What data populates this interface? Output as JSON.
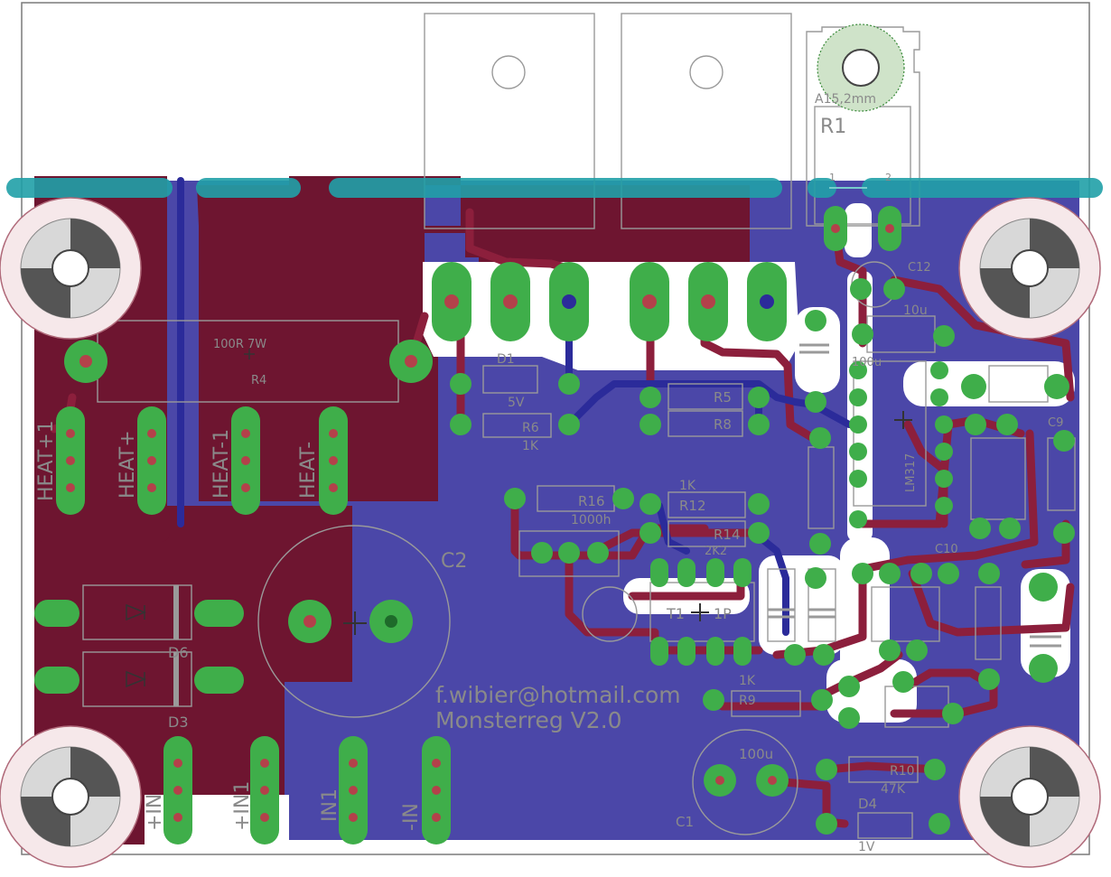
{
  "board": {
    "colors": {
      "top_copper": "#6e1530",
      "bottom_copper": "#4b47a8",
      "pad": "#3fae4a",
      "via": "#b3414a",
      "silkscreen": "#9a9a9a",
      "dimension": "#21a0a8",
      "board_outline": "#7a7a7a",
      "mounting_hole": "#e8c8c8"
    },
    "credits": {
      "email": "f.wibier@hotmail.com",
      "title": "Monsterreg V2.0"
    },
    "labels": {
      "a15": "A15,2mm",
      "r1": "R1",
      "r1_pin1": "1",
      "r1_pin2": "2",
      "r4_value": "100R 7W",
      "r4": "R4",
      "d1": "D1",
      "d1_value": "5V",
      "r6": "R6",
      "r6_value": "1K",
      "r5": "R5",
      "r8": "R8",
      "heat_p1": "HEAT+1",
      "heat_p": "HEAT+",
      "heat_m1": "HEAT-1",
      "heat_m": "HEAT-",
      "c2": "C2",
      "r16": "R16",
      "r16_value": "1000h",
      "r12": "R12",
      "r12_value": "1K",
      "r14": "R14",
      "r14_value": "2K2",
      "d6": "D6",
      "d3": "D3",
      "t1": "T1",
      "t1_sub": "1P",
      "r9_value": "1K",
      "r9": "R9",
      "c1": "C1",
      "c1_value": "100u",
      "r10": "R10",
      "r10_value": "47K",
      "d4": "D4",
      "d4_value": "1V",
      "cap_10u": "10u",
      "c12": "C12",
      "ic": "LM317",
      "v_100u": "100u",
      "in_plus": "+IN",
      "in_plus1": "+IN1",
      "in_minus1": "IN1",
      "in_minus": "-IN",
      "c10": "C10",
      "c9": "C9"
    }
  }
}
